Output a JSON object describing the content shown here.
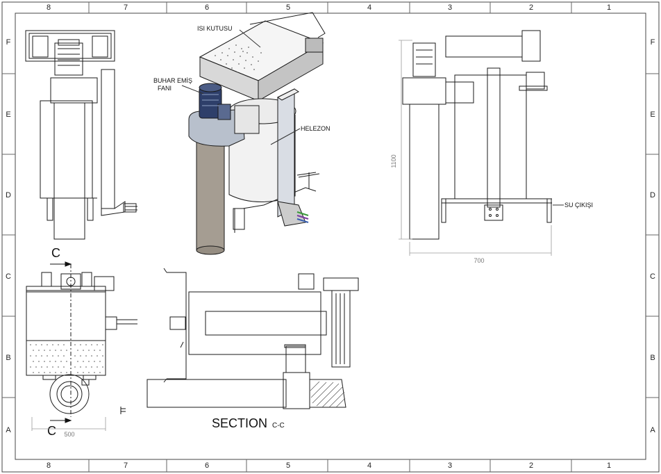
{
  "zones": {
    "columns": [
      "8",
      "7",
      "6",
      "5",
      "4",
      "3",
      "2",
      "1"
    ],
    "rows": [
      "F",
      "E",
      "D",
      "C",
      "B",
      "A"
    ]
  },
  "callouts": {
    "isi_kutusu": "ISI KUTUSU",
    "buhar_1": "BUHAR EMİŞ",
    "buhar_2": "FANI",
    "helezon": "HELEZON",
    "su_cikisi": "SU ÇIKIŞI"
  },
  "dimensions": {
    "height": "1100",
    "width": "700",
    "plan_width": "500"
  },
  "section": {
    "marker": "C",
    "title": "SECTION",
    "suffix": "C-C"
  },
  "colors": {
    "line": "#1a1a1a",
    "dim_line": "#9a9a9a",
    "steel": "#b8c0cc",
    "tank": "#f2f2f2",
    "pipe": "#a59d92",
    "motor_blue": "#2e3f6a"
  }
}
